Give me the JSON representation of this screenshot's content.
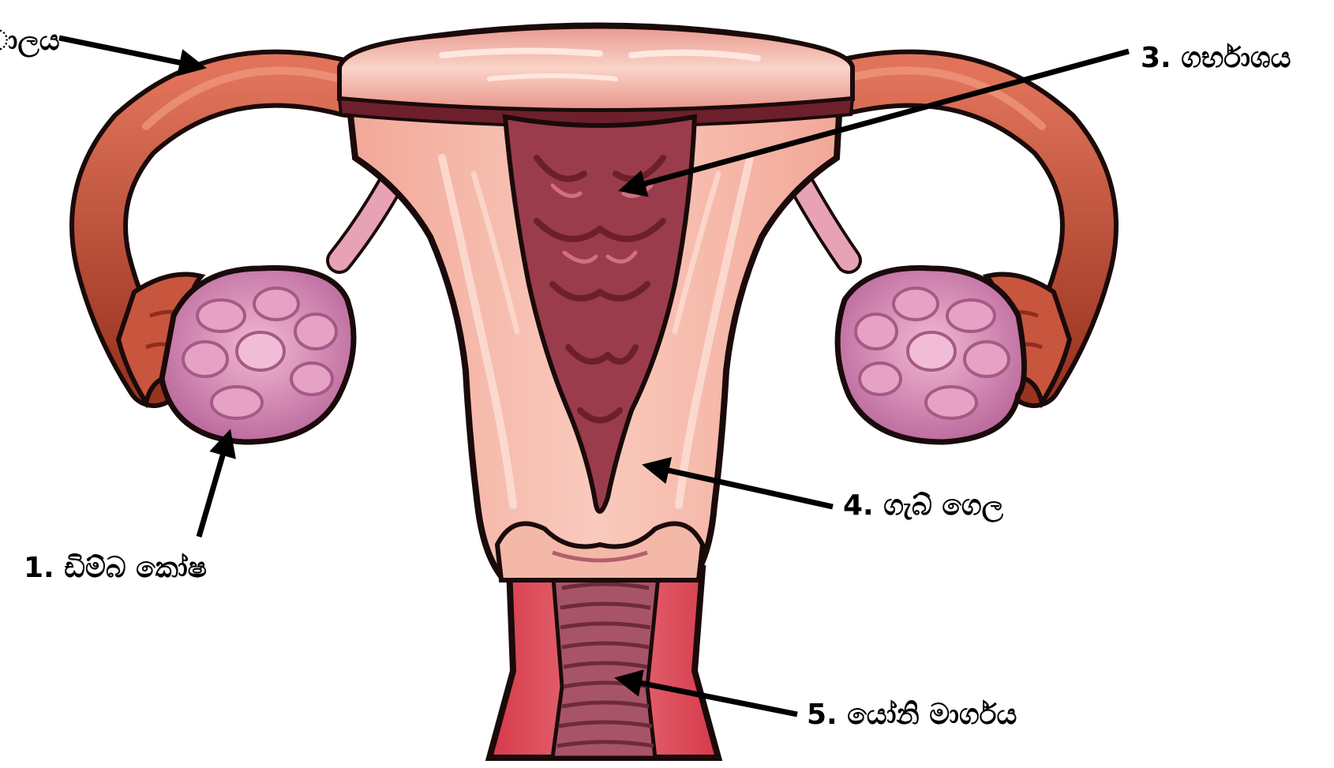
{
  "labels": {
    "fallopian_tube": "ාලය",
    "ovary": "1. ඩිම්බ කෝෂ",
    "uterus": "3. ගර්භාශය",
    "cervix": "4. ගැබ් ගෙල",
    "vagina": "5. යෝනි මාර්ගය"
  },
  "colors": {
    "outline": "#1a0a0a",
    "uterus_wall": "#f0a595",
    "uterus_wall_light": "#f8c8bb",
    "cavity": "#9a3c4c",
    "cavity_dark": "#6e1f2c",
    "tube": "#c8553d",
    "tube_dark": "#8f2e1e",
    "ovary": "#d890b4",
    "ovary_dark": "#a55a84",
    "vagina": "#c0304a",
    "vagina_rings": "#b06070",
    "arrow": "#000000"
  }
}
